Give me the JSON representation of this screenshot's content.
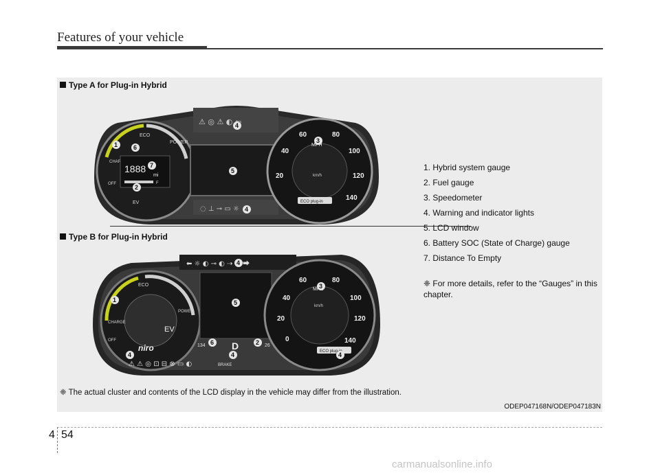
{
  "header": {
    "title": "Features of your vehicle"
  },
  "figure": {
    "type_a_label": "Type A for Plug-in Hybrid",
    "type_b_label": "Type B for Plug-in Hybrid",
    "callouts": [
      "1",
      "2",
      "3",
      "4",
      "5",
      "6",
      "7"
    ],
    "gauge_a": {
      "hybrid_labels": [
        "ECO",
        "POWER",
        "CHARGE",
        "OFF",
        "EV"
      ],
      "fuel_label": "F",
      "dte_value": "1888",
      "dte_unit": "mi",
      "speed_ticks": [
        "20",
        "40",
        "60",
        "80",
        "100",
        "120",
        "140"
      ],
      "speed_unit": "MPH",
      "kmh_unit": "km/h",
      "eco_badge": "ECO plug-in"
    },
    "gauge_b": {
      "hybrid_labels": [
        "ECO",
        "POWER",
        "CHARGE",
        "OFF",
        "EV"
      ],
      "logo": "niro",
      "speed_ticks": [
        "0",
        "20",
        "40",
        "60",
        "80",
        "100",
        "120",
        "140"
      ],
      "speed_unit": "MPH",
      "kmh_unit": "km/h",
      "soc_value": "134",
      "range_value": "26",
      "gear": "D",
      "eco_badge": "ECO plug-in",
      "brake_label": "BRAKE"
    },
    "legend": [
      "1. Hybrid system gauge",
      "2. Fuel gauge",
      "3. Speedometer",
      "4. Warning and indicator lights",
      "5. LCD window",
      "6. Battery SOC (State of Charge) gauge",
      "7. Distance To Empty"
    ],
    "note": "❈ For more details, refer to the “Gauges” in this chapter.",
    "disclaimer": "❈ The actual cluster and contents of the LCD display in the vehicle may differ from the illustration.",
    "figure_code": "ODEP047168N/ODEP047183N"
  },
  "footer": {
    "chapter": "4",
    "page": "54",
    "watermark": "carmanualsonline.info"
  },
  "colors": {
    "accent_yellow": "#c8d21e",
    "dial_dark": "#1a1a1a",
    "callout_bg": "#e6e6e6"
  }
}
